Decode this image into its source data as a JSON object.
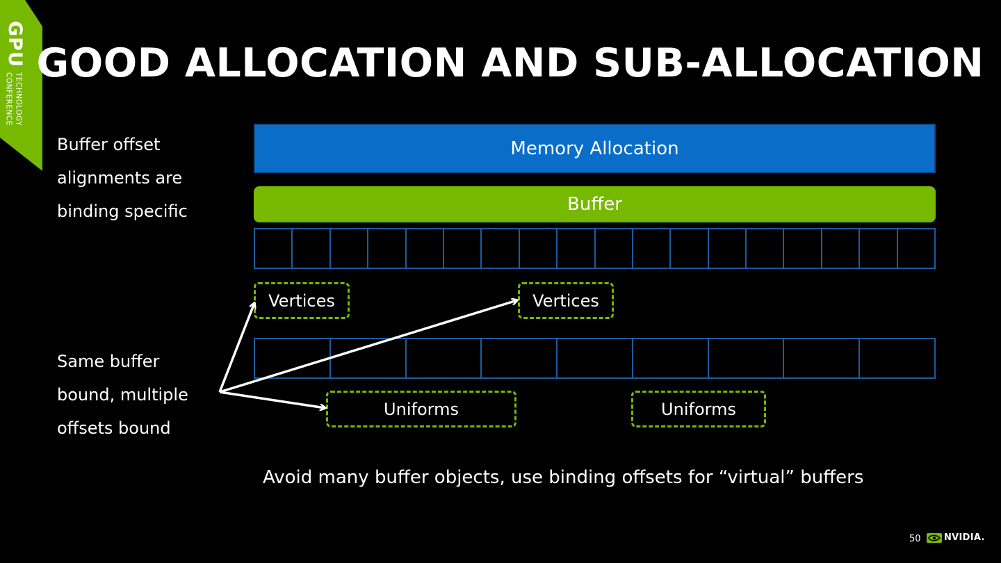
{
  "brand": {
    "event_short": "GPU",
    "event_line1": "TECHNOLOGY",
    "event_line2": "CONFERENCE",
    "accent_color": "#76b900",
    "allocation_color": "#0a6ec8",
    "cell_border_color": "#1c5c9c",
    "logo_text": "NVIDIA."
  },
  "slide": {
    "title": "GOOD ALLOCATION AND SUB-ALLOCATION",
    "page_number": "50"
  },
  "notes": {
    "alignment": [
      "Buffer offset",
      "alignments are",
      "binding specific"
    ],
    "binding": [
      "Same buffer",
      "bound, multiple",
      "offsets bound"
    ]
  },
  "diagram": {
    "memory_allocation_label": "Memory Allocation",
    "buffer_label": "Buffer",
    "small_cell_count": 18,
    "large_cell_count": 9,
    "vertices_labels": [
      "Vertices",
      "Vertices"
    ],
    "uniforms_labels": [
      "Uniforms",
      "Uniforms"
    ]
  },
  "tagline": "Avoid many buffer objects, use binding offsets for “virtual” buffers"
}
